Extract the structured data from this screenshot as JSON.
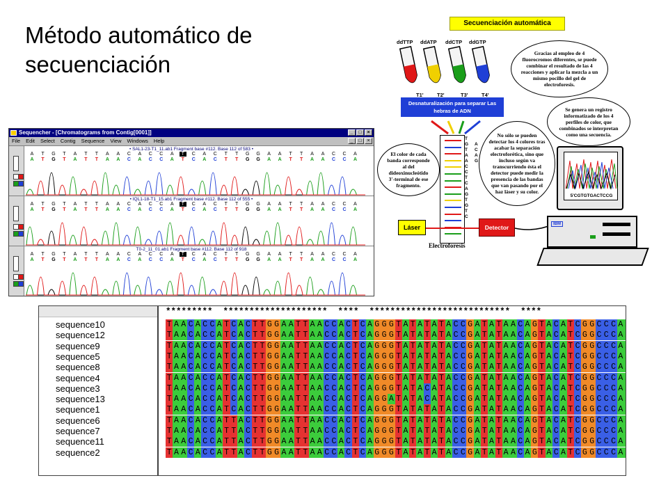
{
  "slide": {
    "title_line1": "Método automático de",
    "title_line2": "secuenciación"
  },
  "sequencher": {
    "window_title": "Sequencher - [Chromatograms from Contig[0001]]",
    "menu": [
      "File",
      "Edit",
      "Select",
      "Contig",
      "Sequence",
      "View",
      "Windows",
      "Help"
    ],
    "panels": [
      {
        "header": "• SAL1-23-T1_11.ab1 Fragment base #112. Base 112 of 583 •",
        "ref": "ATGTATTAACACCATCACTTGGAATTAACCA",
        "call": "ATGTATTAACACCATCACTTGGAATTAACCA"
      },
      {
        "header": "• IQL1-18-T1_15.ab1 Fragment base #112. Base 112 of 555 •",
        "ref": "ATGTATTAACACCATCACTTGGAATTAACCA",
        "call": "ATGTATTAACACCATCACTTGGAATTAACCA"
      },
      {
        "header": "T0-2_11_01.ab1 Fragment base #112. Base 112 of 918",
        "ref": "ATGTATTAACACCATCACTTGGAATTAACCA",
        "call": "ATGTATTAACACCATCACTTGGAATTAACCA"
      }
    ]
  },
  "diagram": {
    "title": "Secuenciación automática",
    "tubes": [
      {
        "label": "ddTTP",
        "sub": "T1'",
        "color": "#e01818"
      },
      {
        "label": "ddATP",
        "sub": "T2'",
        "color": "#f0d000"
      },
      {
        "label": "ddCTP",
        "sub": "T3'",
        "color": "#1a9e1a"
      },
      {
        "label": "ddGTP",
        "sub": "T4'",
        "color": "#1f3fd6"
      }
    ],
    "bubble_top": "Gracias al empleo de 4 fluorocromos diferentes, se puede combinar el resultado de las 4 reacciones y aplicar la mezcla a un mismo pocillo del gel de electroforesis.",
    "denat": "Desnaturalización para separar Las hebras de ADN",
    "bubble_monitor": "Se genera un registro informatizado de los 4 perfiles de color, que combinados se interpretan como una secuencia.",
    "bubble_detector": "No sólo se pueden detectar los 4 colores tras acabar la separación electroforética, sino que incluso según va transcurriendo ésta el detector puede medir la presencia de las bandas que van pasando por el haz láser y su color.",
    "bubble_band": "El color de cada banda corresponde al del dideoxinucleótido 3'-terminal de ese fragmento.",
    "gel_letters": [
      "T",
      "G",
      "T",
      "A",
      "A",
      "C",
      "C",
      "T",
      "C",
      "A",
      "G",
      "T",
      "G",
      "T",
      "C"
    ],
    "gel_letters2": [
      "A",
      "C",
      "A",
      "G"
    ],
    "electro_label": "Electroforesis",
    "laser_label": "Láser",
    "detector_label": "Detector",
    "screen_seq": "5'CGTGTGACTCCG",
    "ibm_label": "IBM"
  },
  "alignment": {
    "consensus": "*********  ********************  ****  ***************************  ****",
    "rows": [
      {
        "name": "sequence10",
        "seq": "TAACACCATCACTTGGAATTAACCACTCAGGGTATATATACCGATATAACAGTACATCGGCCCAAATTTA"
      },
      {
        "name": "sequence12",
        "seq": "TAACACCATCACTTGGAATTAACCACTCAGGGTATATATACCGATATAACAGTACATCGGCCCAAATTTA"
      },
      {
        "name": "sequence9",
        "seq": "TAACACCATCACTTGGAATTAACCACTCAGGGTATATATACCGATATAACAGTACATCGGCCCAAATTTA"
      },
      {
        "name": "sequence5",
        "seq": "TAACACCATCACTTGGAATTAACCACTCAGGGTATATATACCGATATAACAGTACATCGGCCCAAATTTA"
      },
      {
        "name": "sequence8",
        "seq": "TAACACCATCACTTGGAATTAACCACTCAGGGTATATATACCGATATAACAGTACATCGGCCCAAATTTA"
      },
      {
        "name": "sequence4",
        "seq": "TAACACCATCACTTGGAATTAACCACTCAGGGTATATATACCGATATAACAGTACATCGGCCCAAGTTTA"
      },
      {
        "name": "sequence3",
        "seq": "TAACACCATCACTTGGAATTAACCACTCAGGGTATACATACCGATATAACAGTACATCGGCCCAAATTTA"
      },
      {
        "name": "sequence13",
        "seq": "TAACACCATCACTTGGAATTAACCACTCAGGATATACATACCGATATAACAGTACATCGGCCCAAATTTA"
      },
      {
        "name": "sequence1",
        "seq": "TAACACCATCACTTGGAATTAACCACTCAGGGTATATATACCGATATAACAGTACATCGGCCCAAATTTA"
      },
      {
        "name": "sequence6",
        "seq": "TAACACCATTACTTGGAATTAACCACTCAGGGTATATATACCGATATAACAGTACATCGGCCCAAATTTA"
      },
      {
        "name": "sequence7",
        "seq": "TAACACCATTACTTGGAATTAACCACTCAGGGTATATATACCGATATAACAGTACATCGGCCCAAATTTA"
      },
      {
        "name": "sequence11",
        "seq": "TAACACCATTACTTGGAATTAACCACTCAGGGTATATATACCGATATAACAGTACATCGGCCCAAATTTA"
      },
      {
        "name": "sequence2",
        "seq": "TAACACCATTACTTGGAATTAACCACTCAGGGTATATATACCGATATAACAGTACATCGGCCCAAATTTA"
      }
    ]
  },
  "colors": {
    "A": "#3ccc3c",
    "C": "#3a5fe6",
    "G": "#f08a28",
    "T": "#e63232",
    "titlebar": "#000080"
  }
}
